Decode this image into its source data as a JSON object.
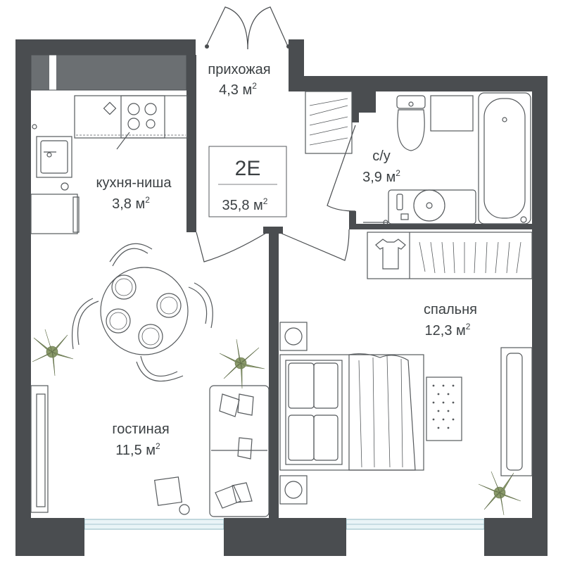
{
  "plan": {
    "unit_code": "2E",
    "total_area": "35,8 м",
    "area_sup": "2",
    "colors": {
      "wall": "#4a4d50",
      "text": "#3b4043",
      "glass": "#e9f4f7",
      "plant": "#8a9a6a"
    },
    "rooms": [
      {
        "id": "hallway",
        "name": "прихожая",
        "area": "4,3 м"
      },
      {
        "id": "bathroom",
        "name": "с/у",
        "area": "3,9 м"
      },
      {
        "id": "kitchen",
        "name": "кухня-ниша",
        "area": "3,8 м"
      },
      {
        "id": "bedroom",
        "name": "спальня",
        "area": "12,3 м"
      },
      {
        "id": "living",
        "name": "гостиная",
        "area": "11,5 м"
      }
    ]
  }
}
